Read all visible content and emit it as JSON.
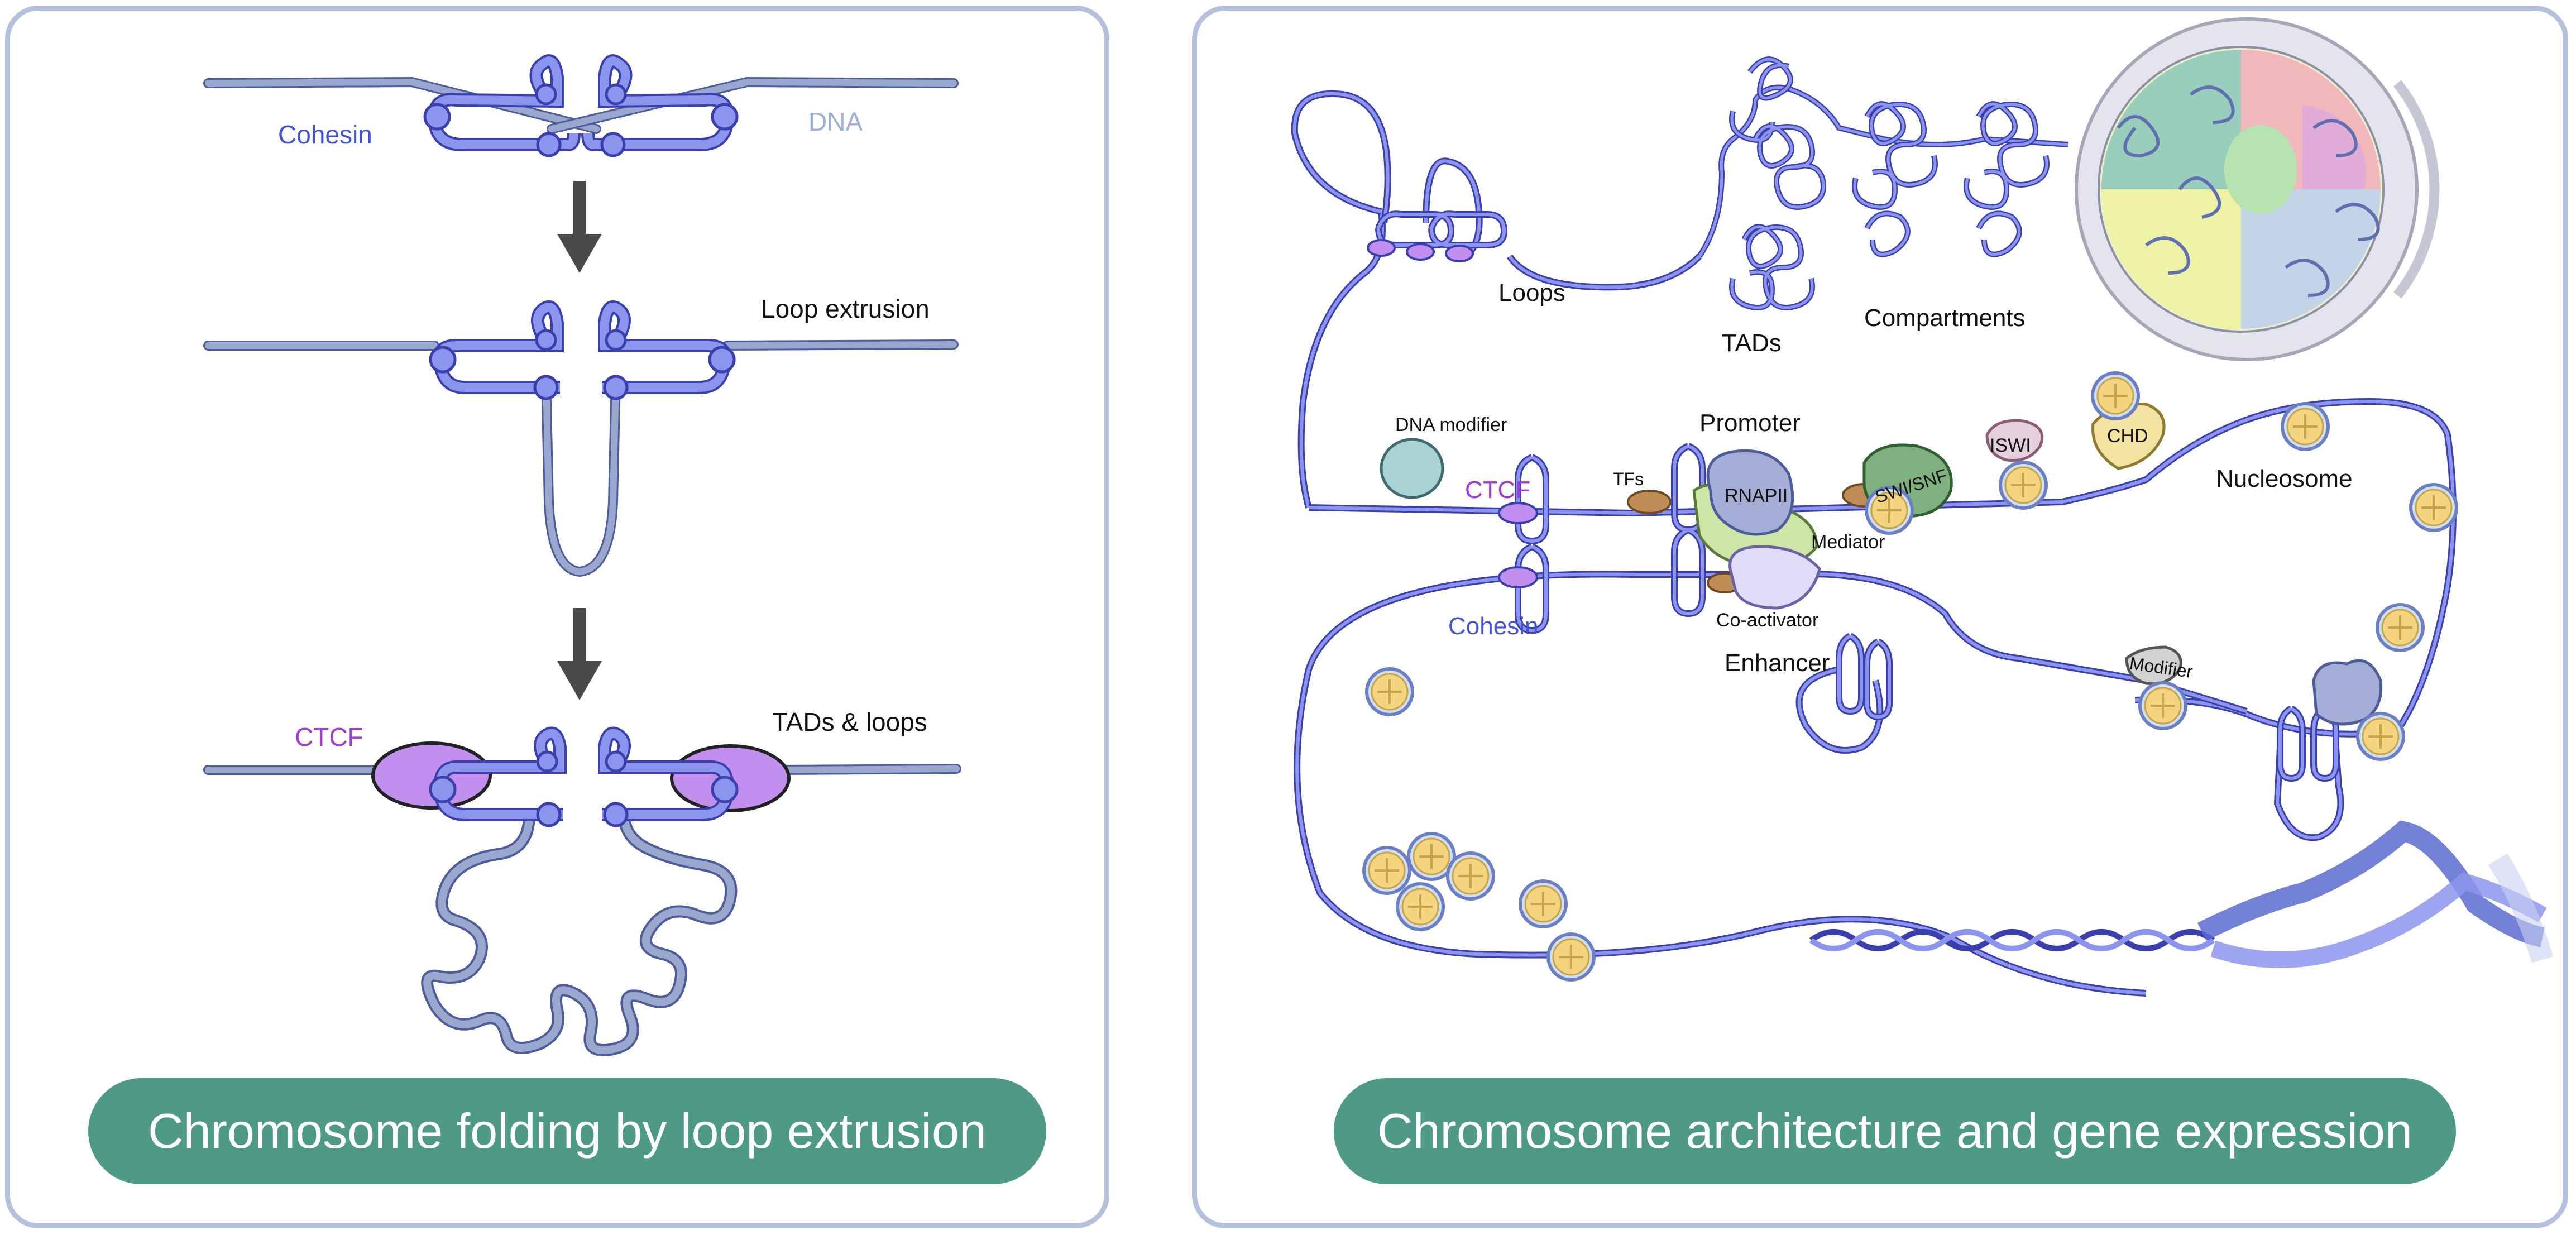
{
  "colors": {
    "dna": "#9aa8cf",
    "dna_stroke": "#4e5d9a",
    "cohesin": "#8c95ee",
    "cohesin_stroke": "#3b3fae",
    "cohesin_text": "#4352d8",
    "dna_text": "#9fb0d6",
    "ctcf": "#c190ee",
    "ctcf_text": "#a23ad7",
    "arrow": "#4a4a4a",
    "panel_border": "#b3c1dc",
    "title_bg": "#4e9a87",
    "nucleosome": "#f4d57f",
    "rnapii": "#a4aed6",
    "mediator": "#cde6a7",
    "coactivator": "#e1ddf6",
    "tf": "#c08d56",
    "dna_modifier": "#a9d2d3",
    "swi_snf": "#7fb07f",
    "iswi": "#e4cfdc",
    "chd": "#f2e3a1",
    "modifier": "#d2d2d2"
  },
  "left_panel": {
    "title": "Chromosome folding by loop extrusion",
    "labels": {
      "cohesin": "Cohesin",
      "dna": "DNA",
      "loop_extrusion": "Loop extrusion",
      "ctcf": "CTCF",
      "tads_loops": "TADs & loops"
    },
    "icons": [
      "arrow-down-icon",
      "arrow-down-icon"
    ]
  },
  "right_panel": {
    "title": "Chromosome architecture and gene expression",
    "labels": {
      "loops": "Loops",
      "tads": "TADs",
      "compartments": "Compartments",
      "dna_modifier": "DNA modifier",
      "promoter": "Promoter",
      "ctcf": "CTCF",
      "tfs": "TFs",
      "rnapii": "RNAPII",
      "swi_snf": "SWI/SNF",
      "iswi": "ISWI",
      "chd": "CHD",
      "nucleosome": "Nucleosome",
      "mediator": "Mediator",
      "cohesin": "Cohesin",
      "coactivator": "Co-activator",
      "enhancer": "Enhancer",
      "modifier": "Modifier"
    }
  }
}
